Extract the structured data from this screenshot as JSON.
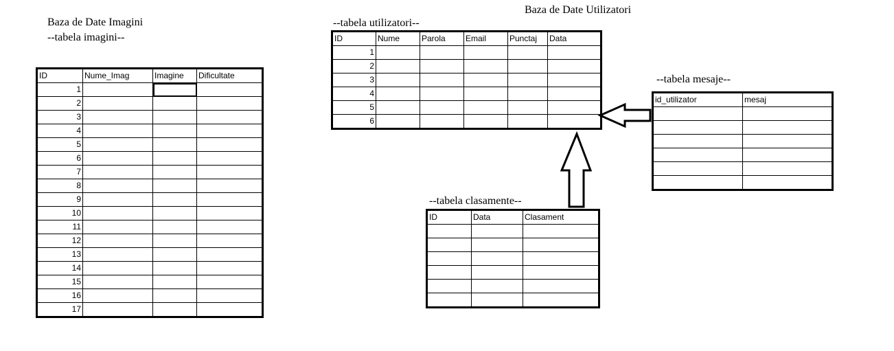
{
  "imagini": {
    "db_title": "Baza de Date Imagini",
    "table_title": "--tabela imagini--",
    "columns": [
      "ID",
      "Nume_Imag",
      "Imagine",
      "Dificultate"
    ],
    "row_ids": [
      "1",
      "2",
      "3",
      "4",
      "5",
      "6",
      "7",
      "8",
      "9",
      "10",
      "11",
      "12",
      "13",
      "14",
      "15",
      "16",
      "17"
    ]
  },
  "utilizatori": {
    "db_title": "Baza de Date Utilizatori",
    "table_title": "--tabela utilizatori--",
    "columns": [
      "ID",
      "Nume",
      "Parola",
      "Email",
      "Punctaj",
      "Data"
    ],
    "row_ids": [
      "1",
      "2",
      "3",
      "4",
      "5",
      "6"
    ]
  },
  "mesaje": {
    "table_title": "--tabela mesaje--",
    "columns": [
      "id_utilizator",
      "mesaj"
    ],
    "empty_rows": 6
  },
  "clasamente": {
    "table_title": "--tabela clasamente--",
    "columns": [
      "ID",
      "Data",
      "Clasament"
    ],
    "empty_rows": 6
  }
}
